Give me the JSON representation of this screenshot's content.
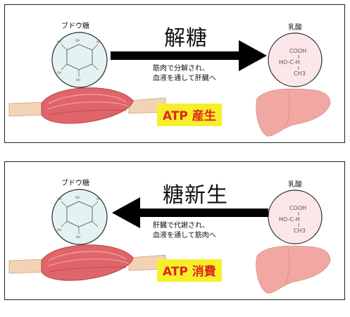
{
  "panels": [
    {
      "process_title": "解糖",
      "glucose_label": "ブドウ糖",
      "lactate_label": "乳酸",
      "description_lines": [
        "筋肉で分解され、",
        "血液を通して肝臓へ"
      ],
      "atp_label": "ATP 産生",
      "arrow_direction": "right",
      "lactate_formula": [
        "COOH",
        "HO-C-H",
        "CH3"
      ]
    },
    {
      "process_title": "糖新生",
      "glucose_label": "ブドウ糖",
      "lactate_label": "乳酸",
      "description_lines": [
        "肝臓で代謝され、",
        "血液を通して筋肉へ"
      ],
      "atp_label": "ATP 消費",
      "arrow_direction": "left",
      "lactate_formula": [
        "COOH",
        "HO-C-H",
        "CH3"
      ]
    }
  ],
  "glucose_ring_labels": [
    "OH",
    "OH",
    "OH",
    "OH",
    "OH"
  ],
  "colors": {
    "glucose_circle": "#e4f3f1",
    "lactate_circle": "#fbe6e9",
    "muscle": "#e0656a",
    "tendon": "#f2d3b5",
    "liver": "#f1a8a3",
    "atp_bg": "#f7ef2a",
    "atp_text": "#e0241b",
    "arrow": "#000000"
  }
}
